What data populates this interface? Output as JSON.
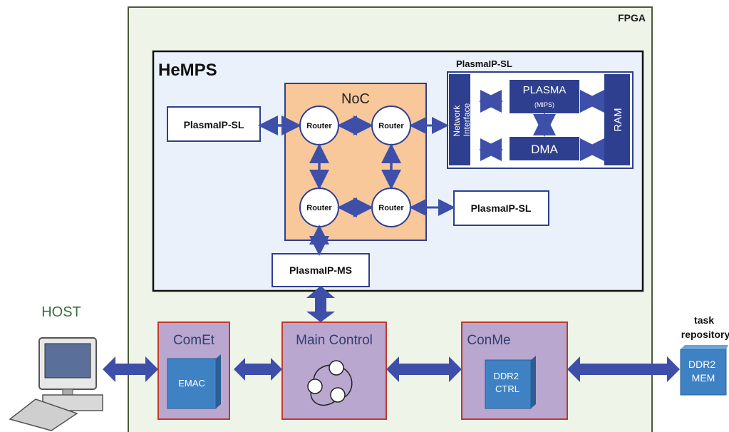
{
  "fpga": {
    "label": "FPGA"
  },
  "hemps": {
    "title": "HeMPS"
  },
  "noc": {
    "title": "NoC",
    "routers": [
      "Router",
      "Router",
      "Router",
      "Router"
    ]
  },
  "plasma_ip_sl_left": {
    "label": "PlasmaIP-SL"
  },
  "plasma_ip_sl_right": {
    "label": "PlasmaIP-SL"
  },
  "plasma_ip_ms": {
    "label": "PlasmaIP-MS"
  },
  "plasma_detail": {
    "header": "PlasmaIP-SL",
    "network_interface": [
      "Network",
      "Interface"
    ],
    "plasma": "PLASMA",
    "mips": "(MIPS)",
    "dma": "DMA",
    "ram": "RAM"
  },
  "host": {
    "label": "HOST"
  },
  "comet": {
    "title": "ComEt",
    "inner": "EMAC"
  },
  "main_control": {
    "title": "Main Control"
  },
  "conme": {
    "title": "ConMe",
    "inner": [
      "DDR2",
      "CTRL"
    ]
  },
  "task_repository": {
    "label": [
      "task",
      "repository"
    ],
    "mem": [
      "DDR2",
      "MEM"
    ]
  },
  "colors": {
    "fpga_bg": "#eef4e8",
    "fpga_border": "#4a5a3a",
    "hemps_bg": "#eaf1fa",
    "noc_fill": "#f8c89a",
    "block_border": "#2e3f8f",
    "arrow": "#3d4fa8",
    "purple_block": "#b9a7cf",
    "red_border": "#c0392b",
    "blue_inner": "#3f82c4",
    "host_label": "#3c6e3c"
  }
}
